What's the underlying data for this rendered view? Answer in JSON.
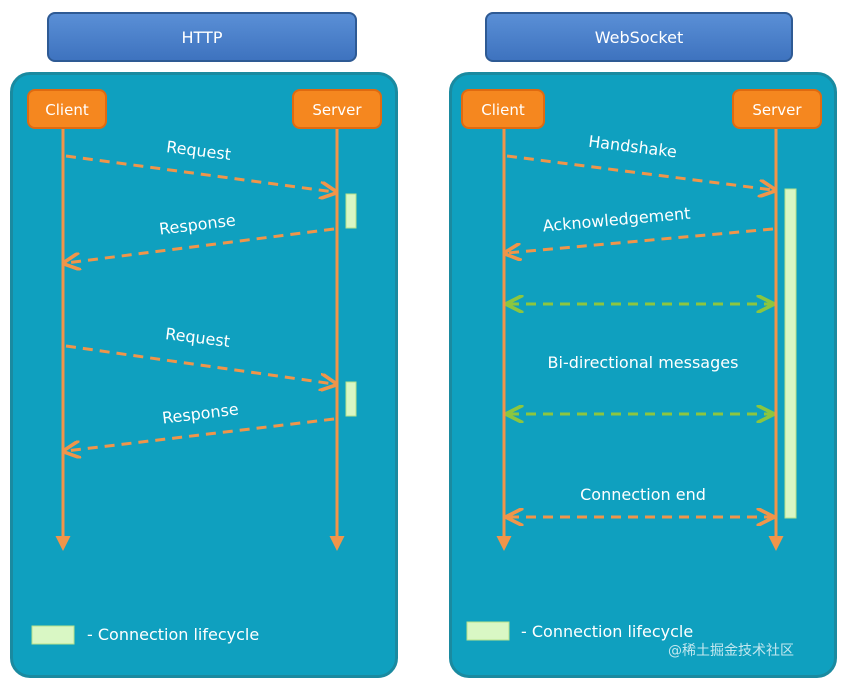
{
  "http": {
    "title": "HTTP",
    "client_label": "Client",
    "server_label": "Server",
    "request1": "Request",
    "response1": "Response",
    "request2": "Request",
    "response2": "Response",
    "legend_label": "- Connection lifecycle"
  },
  "websocket": {
    "title": "WebSocket",
    "client_label": "Client",
    "server_label": "Server",
    "handshake": "Handshake",
    "acknowledgement": "Acknowledgement",
    "bidirectional": "Bi-directional messages",
    "connection_end": "Connection end",
    "legend_label": "- Connection lifecycle"
  },
  "watermark": "@稀土掘金技术社区",
  "colors": {
    "panel": "#0fa0bf",
    "node": "#f5871f",
    "arrow": "#f0954a",
    "bidirectional_arrow": "#8cc63f",
    "lifecycle_bar": "#d9f7c4"
  }
}
